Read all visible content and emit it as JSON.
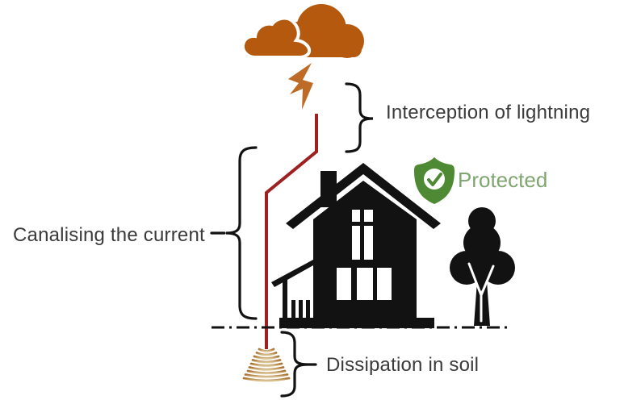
{
  "diagram": {
    "title_context": "lightning-protection-diagram",
    "labels": {
      "interception": "Interception of lightning",
      "canalising": "Canalising the current",
      "dissipation": "Dissipation in soil",
      "protected": "Protected"
    },
    "icons": {
      "cloud": "storm-cloud-icon",
      "bolt": "lightning-bolt-icon",
      "badge": "shield-check-icon",
      "house": "house-icon",
      "tree": "tree-icon",
      "electrode": "earth-electrode-coil-icon"
    },
    "colors": {
      "cloud_orange": "#B5590F",
      "bolt_orange": "#BE6B28",
      "conductor_red": "#9E2121",
      "coil_dark": "#A8702E",
      "coil_light": "#DCC697",
      "shield_green": "#4E8A33",
      "protected_text_green": "#7FA671",
      "label_text": "#3A3A3A",
      "silhouette_black": "#121212",
      "background": "#FFFFFF"
    }
  }
}
